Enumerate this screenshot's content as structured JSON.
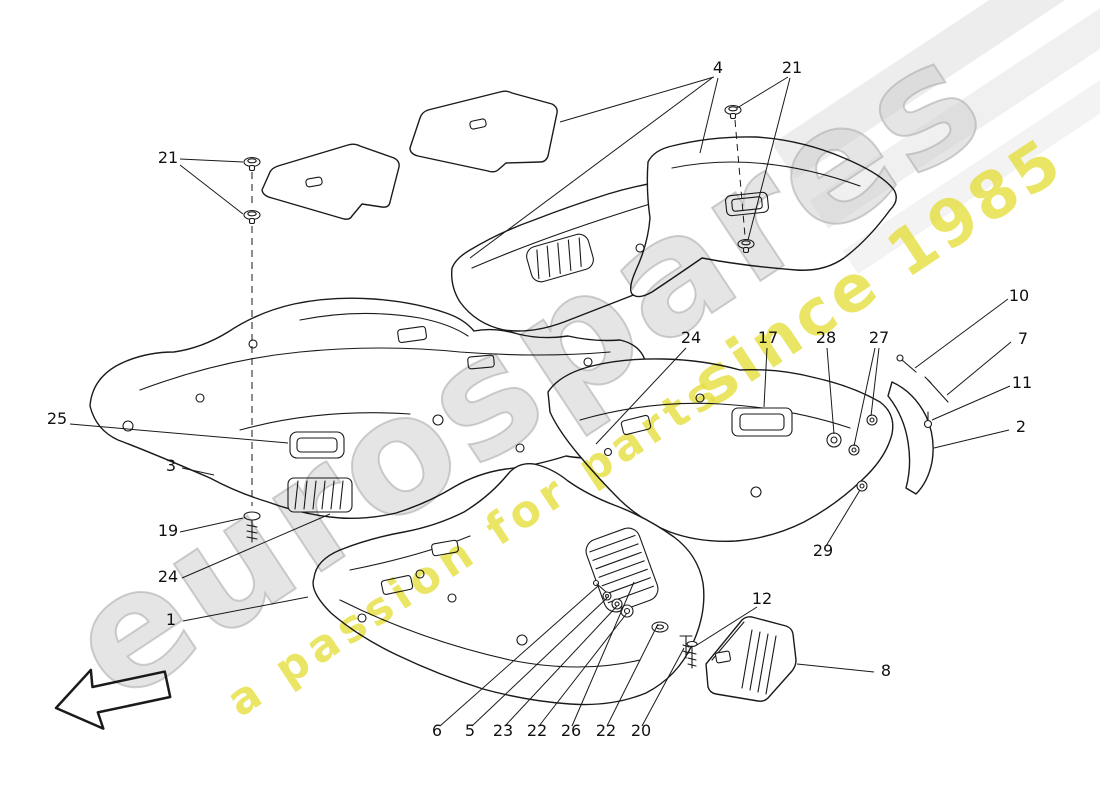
{
  "diagram": {
    "subject": "Passenger compartment mats exploded parts diagram",
    "line_color": "#1a1a1a"
  },
  "watermark": {
    "brand": "eurospares",
    "tagline_line1": "a passion for parts",
    "tagline_line2": "since 1985",
    "brand_color": "#cfcfcf",
    "tagline_color": "#e5de3d"
  },
  "callouts": [
    {
      "label": "4"
    },
    {
      "label": "21"
    },
    {
      "label": "21"
    },
    {
      "label": "25"
    },
    {
      "label": "3"
    },
    {
      "label": "19"
    },
    {
      "label": "24"
    },
    {
      "label": "1"
    },
    {
      "label": "24"
    },
    {
      "label": "17"
    },
    {
      "label": "28"
    },
    {
      "label": "27"
    },
    {
      "label": "10"
    },
    {
      "label": "7"
    },
    {
      "label": "11"
    },
    {
      "label": "2"
    },
    {
      "label": "29"
    },
    {
      "label": "12"
    },
    {
      "label": "8"
    },
    {
      "label": "6"
    },
    {
      "label": "5"
    },
    {
      "label": "23"
    },
    {
      "label": "22"
    },
    {
      "label": "26"
    },
    {
      "label": "22"
    },
    {
      "label": "20"
    }
  ]
}
